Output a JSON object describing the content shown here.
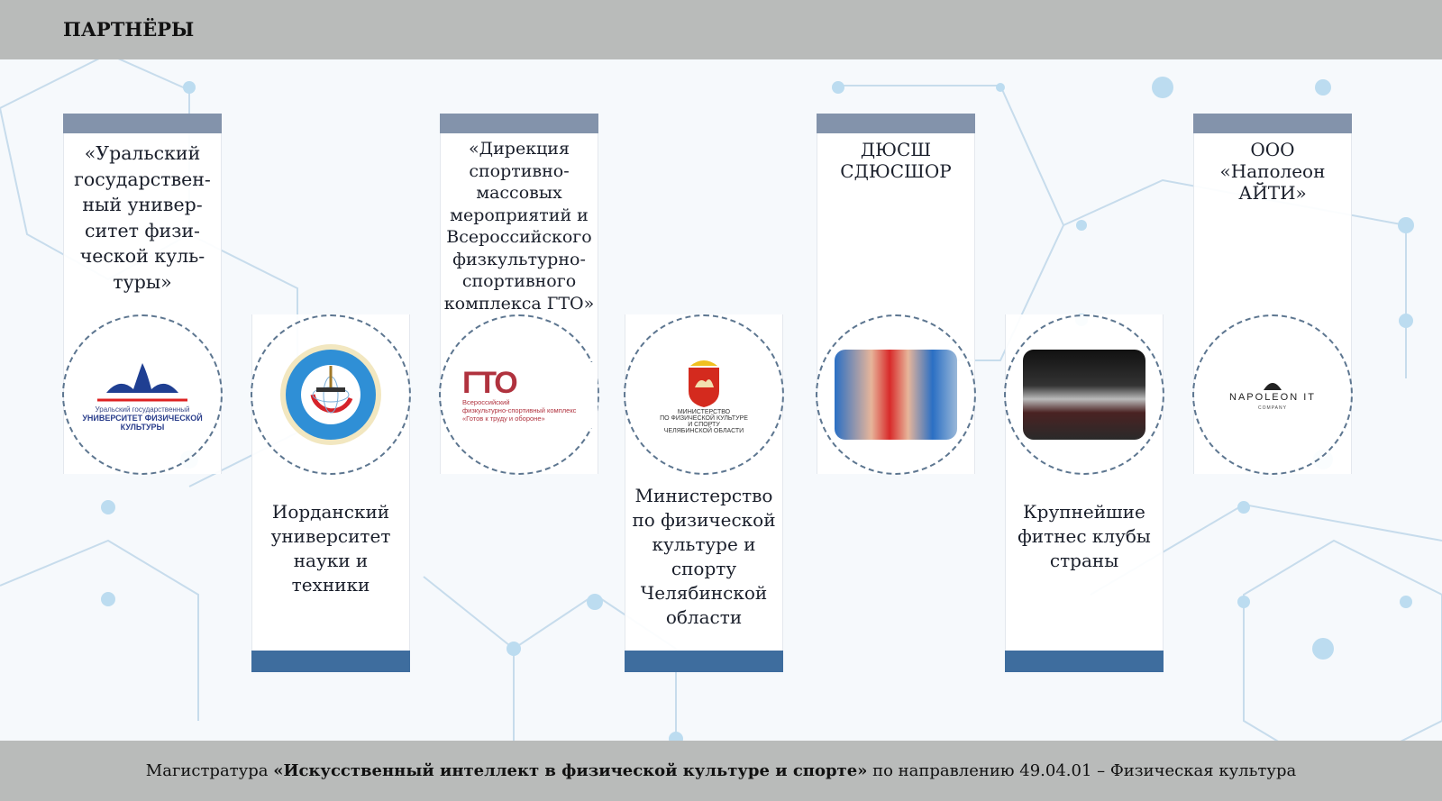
{
  "header": {
    "title": "ПАРТНЁРЫ"
  },
  "partners": [
    {
      "title": "«Уральский государствен-ный универ-ситет физи-ческой куль-туры»",
      "logo": {
        "line1": "Уральский государственный",
        "line2": "УНИВЕРСИТЕТ ФИЗИЧЕСКОЙ",
        "line3": "КУЛЬТУРЫ"
      }
    },
    {
      "title": "Иорданский университет науки и техники"
    },
    {
      "title": "«Дирекция спортивно-массовых мероприятий и Всероссийского физкультурно-спортивного комплекса ГТО»",
      "logo": {
        "mark": "ГТО",
        "line1": "Всероссийский",
        "line2": "физкультурно-спортивный комплекс",
        "line3": "«Готов к труду и обороне»"
      }
    },
    {
      "title": "Министерство по физической культуре и спорту Челябинской области",
      "logo": {
        "line1": "МИНИСТЕРСТВО",
        "line2": "ПО ФИЗИЧЕСКОЙ КУЛЬТУРЕ",
        "line3": "И СПОРТУ",
        "line4": "ЧЕЛЯБИНСКОЙ ОБЛАСТИ"
      }
    },
    {
      "title": "ДЮСШ СДЮСШОР"
    },
    {
      "title": "Крупнейшие фитнес клубы страны"
    },
    {
      "title": "ООО «Наполеон АЙТИ»",
      "logo": {
        "name": "NAPOLEON IT",
        "sub": "COMPANY"
      }
    }
  ],
  "footer": {
    "prefix": "Магистратура ",
    "bold": "«Искусственный интеллект в физической культуре и спорте»",
    "suffix": " по направлению 49.04.01 – Физическая культура"
  },
  "colors": {
    "tab": "#8393ab",
    "bottom_tab": "#3e6d9e",
    "header": "#b9bbba"
  }
}
